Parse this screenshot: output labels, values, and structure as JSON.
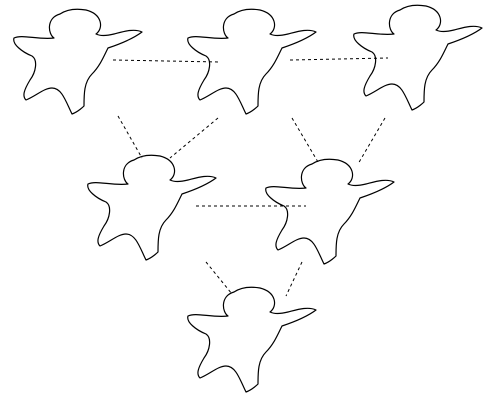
{
  "diagram": {
    "kind": "paper-doll figures linked by dashed lines",
    "colors": {
      "background": "#ffffff",
      "stroke": "#000000"
    },
    "figures": [
      {
        "id": "fig-1",
        "row": 1,
        "col": 1
      },
      {
        "id": "fig-2",
        "row": 1,
        "col": 2
      },
      {
        "id": "fig-3",
        "row": 1,
        "col": 3
      },
      {
        "id": "fig-4",
        "row": 2,
        "col": 1
      },
      {
        "id": "fig-5",
        "row": 2,
        "col": 2
      },
      {
        "id": "fig-6",
        "row": 3,
        "col": 1
      }
    ],
    "connections": [
      {
        "from": "fig-1",
        "to": "fig-2"
      },
      {
        "from": "fig-2",
        "to": "fig-3"
      },
      {
        "from": "fig-1",
        "to": "fig-4"
      },
      {
        "from": "fig-2",
        "to": "fig-4"
      },
      {
        "from": "fig-2",
        "to": "fig-5"
      },
      {
        "from": "fig-3",
        "to": "fig-5"
      },
      {
        "from": "fig-4",
        "to": "fig-5"
      },
      {
        "from": "fig-4",
        "to": "fig-6"
      },
      {
        "from": "fig-5",
        "to": "fig-6"
      }
    ]
  }
}
